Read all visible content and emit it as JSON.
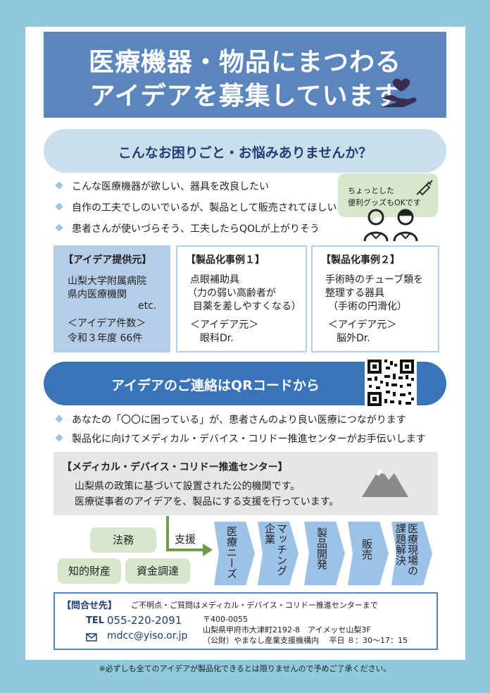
{
  "header": {
    "title_line1": "医療機器・物品にまつわる",
    "title_line2": "アイデアを募集しています"
  },
  "section1": {
    "heading": "こんなお困りごと・お悩みありませんか？",
    "bullets": [
      "こんな医療機器が欲しい、器具を改良したい",
      "自作の工夫でしのいでいるが、製品として販売されてほしい",
      "患者さんが使いづらそう、工夫したらQOLが上がりそう"
    ],
    "speech_line1": "ちょっとした",
    "speech_line2": "便利グッズもOKです"
  },
  "boxes": {
    "provider": {
      "title": "【アイデア提供元】",
      "line1": "山梨大学附属病院",
      "line2": "県内医療機関",
      "line3": "etc.",
      "line4": "＜アイデア件数＞",
      "line5": "令和３年度 66件"
    },
    "case1": {
      "title": "【製品化事例１】",
      "line1": "点眼補助具",
      "line2": "（力の弱い高齢者が",
      "line3": "目薬を差しやすくなる）",
      "line4": "＜アイデア元＞",
      "line5": "眼科Dr."
    },
    "case2": {
      "title": "【製品化事例２】",
      "line1": "手術時のチューブ類を",
      "line2": "整理する器具",
      "line3": "（手術の円滑化）",
      "line4": "＜アイデア元＞",
      "line5": "脳外Dr."
    }
  },
  "section2": {
    "heading": "アイデアのご連絡はQRコードから",
    "bullets": [
      "あなたの「〇〇に困っている」が、患者さんのより良い医療につながります",
      "製品化に向けてメディカル・デバイス・コリドー推進センターがお手伝いします"
    ]
  },
  "center": {
    "title": "【メディカル・デバイス・コリドー推進センター】",
    "line1": "山梨県の政策に基づいて設置された公的機関です。",
    "line2": "医療従事者のアイデアを、製品にする支援を行っています。"
  },
  "support": {
    "items": [
      "法務",
      "知的財産",
      "資金調達"
    ],
    "label": "支援"
  },
  "flow": {
    "steps": [
      "医療ニーズ",
      "マッチング企業",
      "製品開発",
      "販売",
      "医療現場の課題解決"
    ]
  },
  "contact": {
    "label": "【問合せ先】",
    "note": "ご不明点・ご質問はメディカル・デバイス・コリドー推進センターまで",
    "tel_prefix": "TEL",
    "tel": "055-220-2091",
    "email": "mdcc@yiso.or.jp",
    "postal": "〒400-0055",
    "address": "山梨県甲府市大津町2192-8　アイメッセ山梨3F",
    "org_hours": "（公財）やまなし産業支援機構内　 平日 ８：30～17：15"
  },
  "footer": {
    "note": "※必ずしも全てのアイデアが製品化できるとは限りませんので予めご了承ください。"
  },
  "colors": {
    "background": "#8ec9dc",
    "header": "#5a86bd",
    "pill_light": "#c9dfee",
    "pill_dark": "#3a74b8",
    "green": "#d6e7cc",
    "chevron": "#9dc2e8"
  }
}
